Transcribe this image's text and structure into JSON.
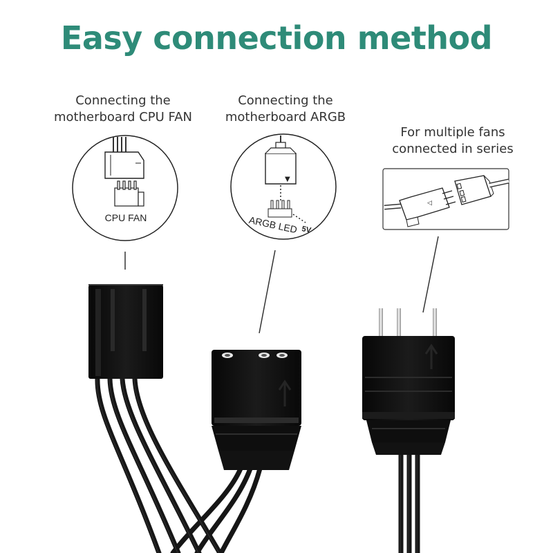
{
  "title": "Easy connection method",
  "colors": {
    "title": "#2E8B78",
    "text": "#333333",
    "connector": "#111111",
    "cable": "#1a1a1a",
    "pin": "#cfcfcf"
  },
  "captions": {
    "cpu": [
      "Connecting the",
      "motherboard CPU FAN"
    ],
    "argb": [
      "Connecting the",
      "motherboard ARGB"
    ],
    "series": [
      "For multiple fans",
      "connected in series"
    ]
  },
  "insets": {
    "cpu_label": "CPU FAN",
    "argb_label": "ARGB LED",
    "argb_voltage": "5V"
  },
  "icons": [
    "cpu-fan-header-diagram",
    "argb-header-diagram",
    "series-connector-diagram",
    "4pin-fan-connector",
    "3pin-argb-female-connector",
    "3pin-argb-male-connector"
  ]
}
